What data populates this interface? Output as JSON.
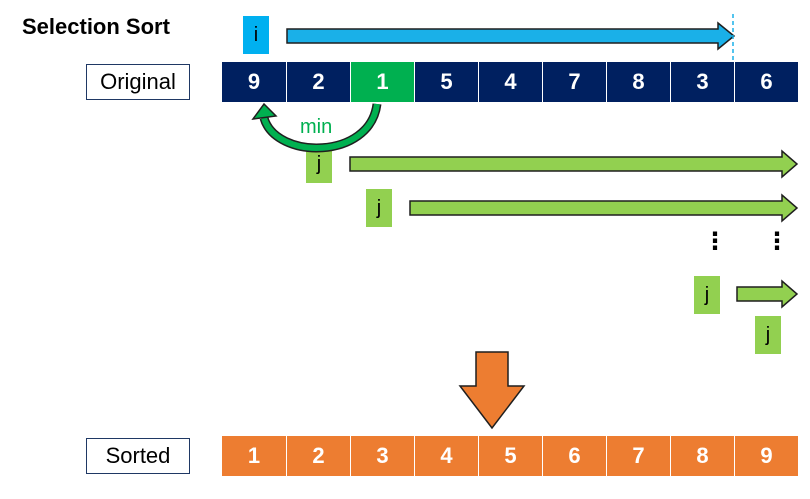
{
  "title": "Selection Sort",
  "original_label": "Original",
  "sorted_label": "Sorted",
  "original_values": [
    "9",
    "2",
    "1",
    "5",
    "4",
    "7",
    "8",
    "3",
    "6"
  ],
  "sorted_values": [
    "1",
    "2",
    "3",
    "4",
    "5",
    "6",
    "7",
    "8",
    "9"
  ],
  "min_index": 2,
  "min_label": "min",
  "i_label": "i",
  "j_label": "j",
  "colors": {
    "array_cell": "#002060",
    "min_cell": "#00b050",
    "sorted_cell": "#ed7d31",
    "i_arrow": "#1ab0e8",
    "j_arrow": "#92d050",
    "down_arrow": "#ed7d31"
  }
}
